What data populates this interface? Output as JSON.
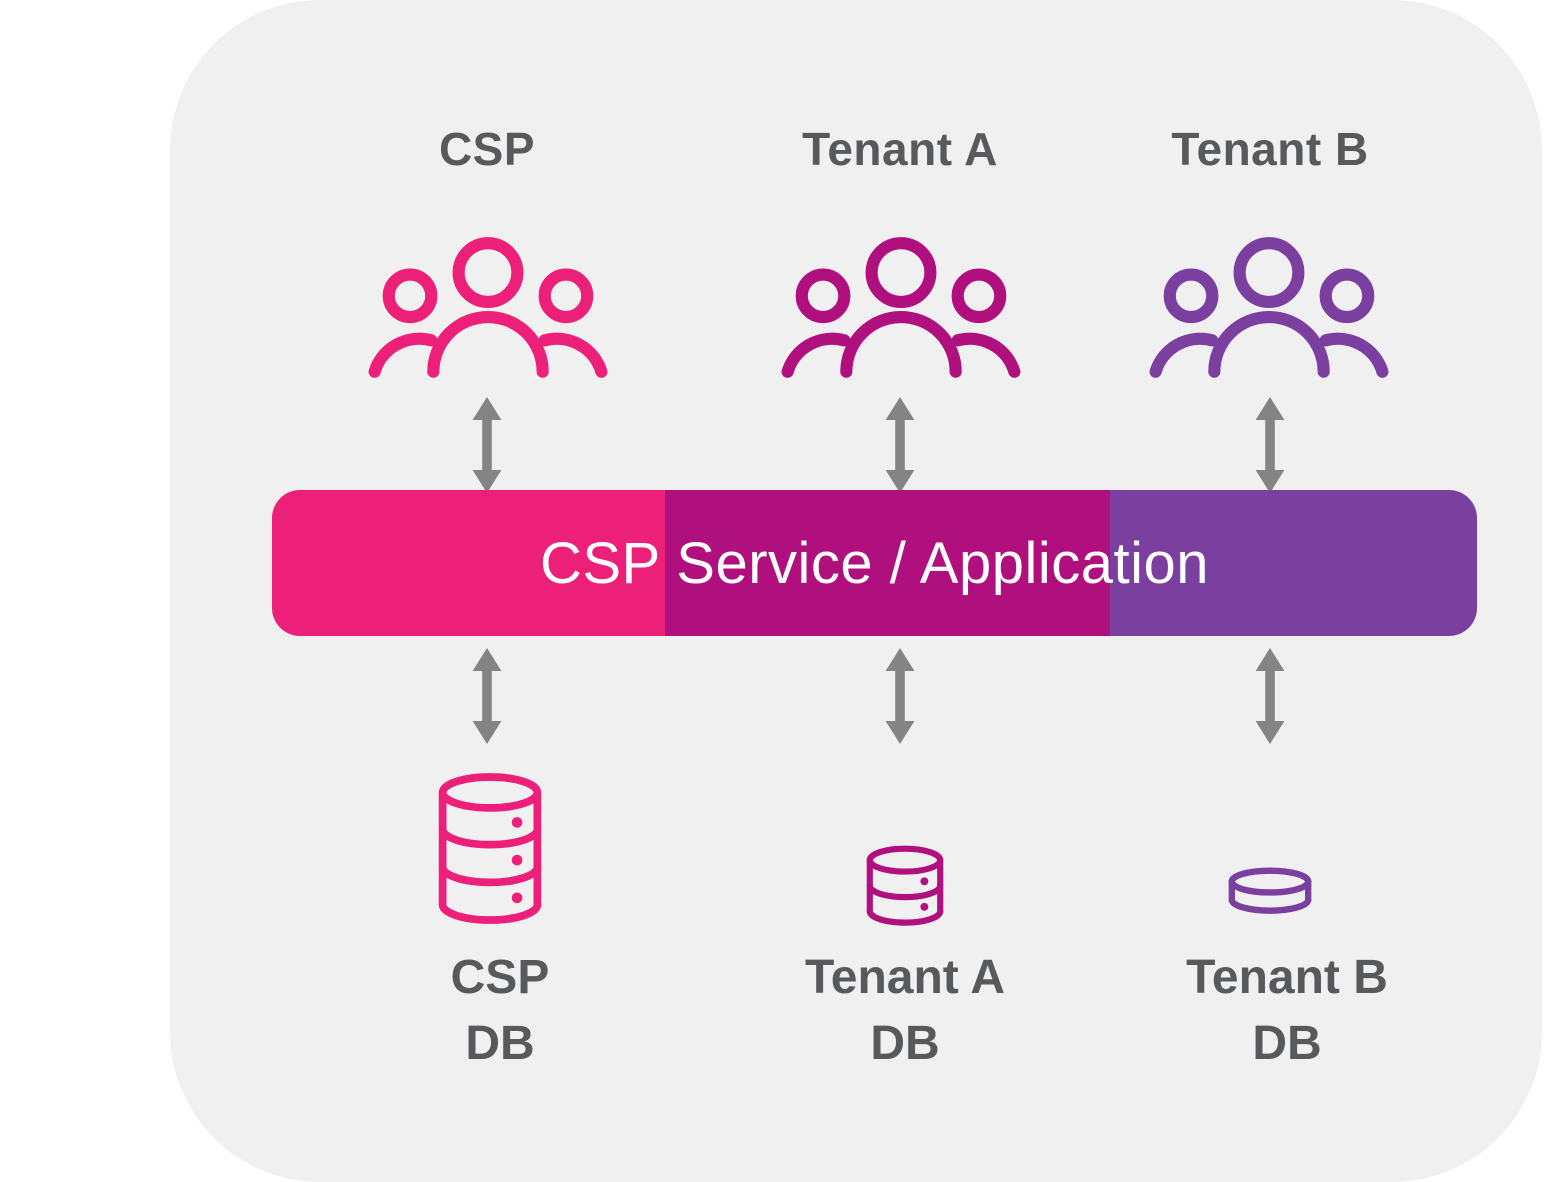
{
  "diagram": {
    "columns": [
      {
        "id": "csp",
        "title": "CSP",
        "color": "#ED2079",
        "db_label": [
          "CSP",
          "DB"
        ]
      },
      {
        "id": "tenant-a",
        "title": "Tenant A",
        "color": "#B0107E",
        "db_label": [
          "Tenant A",
          "DB"
        ]
      },
      {
        "id": "tenant-b",
        "title": "Tenant B",
        "color": "#7B3FA0",
        "db_label": [
          "Tenant B",
          "DB"
        ]
      }
    ],
    "service_bar": {
      "label": "CSP Service / Application",
      "segment_colors": [
        "#ED2079",
        "#B0107E",
        "#7B3FA0"
      ],
      "text_color": "#FFFFFF"
    },
    "colors": {
      "panel_bg": "#F0F0F1",
      "arrow": "#848484",
      "heading_text": "#58595B"
    }
  }
}
